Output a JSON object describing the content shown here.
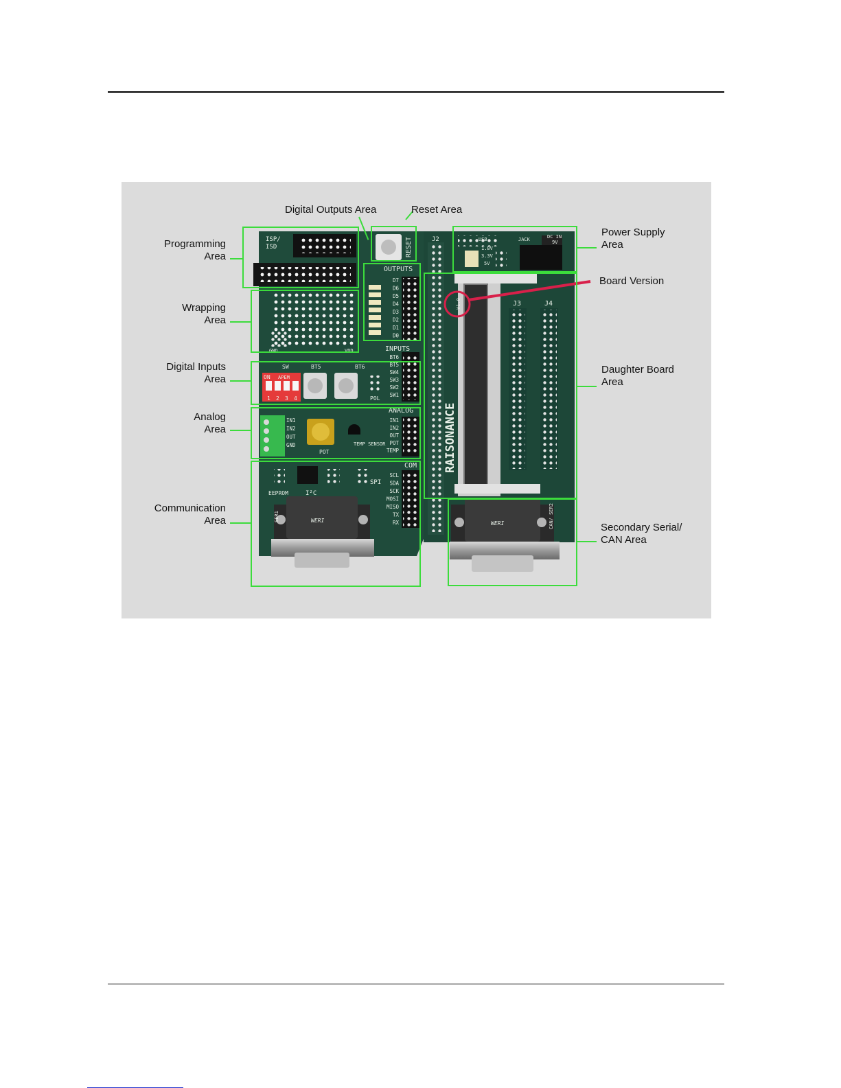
{
  "labels": {
    "programming": "Programming\nArea",
    "wrapping": "Wrapping\nArea",
    "digital_inputs": "Digital Inputs\nArea",
    "analog": "Analog\nArea",
    "communication": "Communication\nArea",
    "digital_outputs": "Digital Outputs Area",
    "reset": "Reset Area",
    "power_supply": "Power Supply\nArea",
    "board_version": "Board Version",
    "daughter_board": "Daughter Board\nArea",
    "secondary_serial": "Secondary Serial/\nCAN Area"
  },
  "board_markings": {
    "isp": "ISP/",
    "isd": "ISD",
    "reset": "RESET",
    "outputs": "OUTPUTS",
    "outputs_pins": [
      "D7",
      "D6",
      "D5",
      "D4",
      "D3",
      "D2",
      "D1",
      "D0"
    ],
    "inputs": "INPUTS",
    "inputs_pins": [
      "BT6",
      "BT5",
      "SW4",
      "SW3",
      "SW2",
      "SW1"
    ],
    "sw": "SW",
    "bt5": "BT5",
    "bt6": "BT6",
    "on": "ON",
    "apem": "APEM",
    "dip_numbers": [
      "1",
      "2",
      "3",
      "4"
    ],
    "pol": "POL",
    "analog": "ANALOG",
    "analog_left_pins": [
      "IN1",
      "IN2",
      "OUT",
      "GND"
    ],
    "analog_right_pins": [
      "IN1",
      "IN2",
      "OUT",
      "POT",
      "TEMP"
    ],
    "pot": "POT",
    "temp_sensor": "TEMP\nSENSOR",
    "com": "COM",
    "com_pins": [
      "SCL",
      "SDA",
      "SCK",
      "MOSI",
      "MISO",
      "TX",
      "RX"
    ],
    "eeprom": "EEPROM",
    "i2c": "I²C",
    "spi": "SPI",
    "ser1": "SER1",
    "gnd": "GND",
    "vdd": "VDD",
    "j2": "J2",
    "j3": "J3",
    "j4": "J4",
    "usb": "USB",
    "jack": "JACK",
    "dc_in": "DC IN",
    "v9": "9V",
    "v18": "1.8V",
    "v33": "3.3V",
    "v5": "5V",
    "raisonance": "RAISONANCE",
    "version": "V1.0",
    "can_ser2": "CAN/\nSER2",
    "weri": "WERI"
  },
  "colors": {
    "highlight": "#3cdc3c",
    "pcb": "#1e4a3a",
    "marker": "#d8204a",
    "background": "#dcdcdc"
  }
}
